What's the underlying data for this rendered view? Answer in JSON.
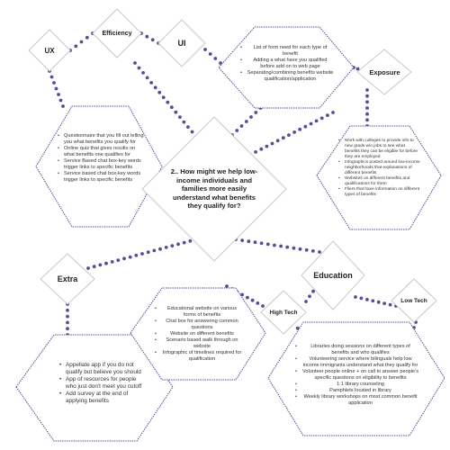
{
  "center_question": "2.. How might we help low-income individuals and families more easily understand what benefits they qualify for?",
  "categories": {
    "ux": "UX",
    "efficiency": "Efficiency",
    "ui": "UI",
    "exposure": "Exposure",
    "extra": "Extra",
    "education": "Education",
    "high_tech": "High Tech",
    "low_tech": "Low Tech"
  },
  "ideas": {
    "ux": [
      "Questionnaire that you fill out telling you what benefits you qualify for",
      "Online quiz that gives results on what benefits one qualifies for",
      "Service Based chat box-key words trigger links to specific benefits",
      "Service based chat box-key words trigger links to specific benefits"
    ],
    "ui": [
      "List of form need for each type of benefit",
      "Adding a what have you qualified before add on to web page",
      "Separating/combining benefits website qualification/application"
    ],
    "exposure": [
      "Work with colleges to provide info to new grads w/o jobs to see what benefits they can be eligible for before they are employed",
      "Infographics posted around low-income neighborhoods that explanations of different benefits",
      "Websites on different benefits and qualifications for them",
      "Fliers that have information on different types of benefits"
    ],
    "extra": [
      "Appellate app if you do not qualify but believe you should",
      "App of resources for people who just don't meet you cutoff",
      "Add survey at the end of applying benefits"
    ],
    "high_tech": [
      "Educational website on various forms of benefits",
      "Chat box for answering common questions",
      "Website on different benefits",
      "Scenario based walk through on website",
      "Infographic of timelines required for qualification"
    ],
    "low_tech": [
      "Libraries doing sessions on different types of benefits and who qualifies",
      "Volunteering service where bilinguals help low income immigrants understand what they qualify for",
      "Volunteer people online + on call to answer people's specific questions on eligibility to benefits",
      "1:1 library counseling",
      "Pamphlets located in library",
      "Weekly library workshops on most common benefit application"
    ]
  },
  "colors": {
    "accent": "#5b4a96",
    "dots": "#5b4a96",
    "outline": "#cfcfcf",
    "text": "#222222"
  }
}
